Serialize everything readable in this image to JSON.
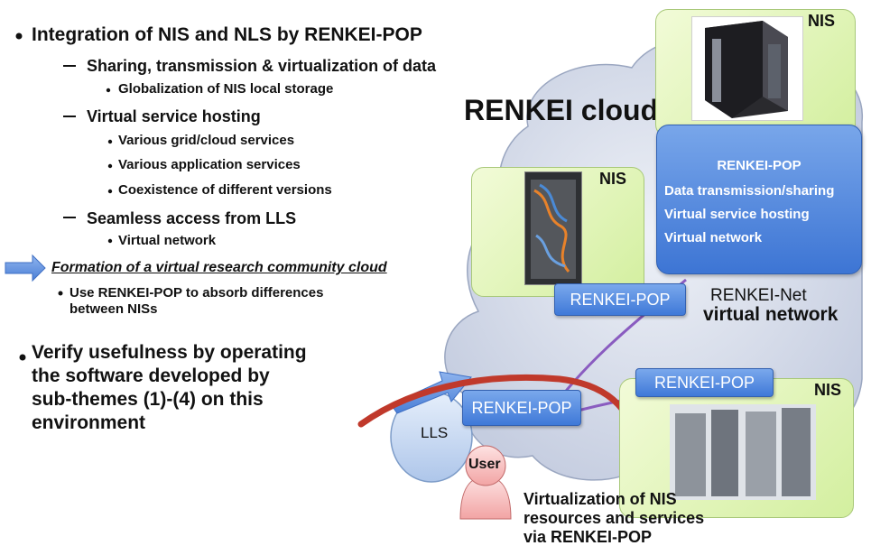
{
  "left": {
    "bullet1": "Integration of NIS and NLS by RENKEI-POP",
    "sub1": "Sharing, transmission & virtualization of data",
    "sub1_items": [
      "Globalization of NIS local storage"
    ],
    "sub2": "Virtual service hosting",
    "sub2_items": [
      "Various grid/cloud services",
      "Various application services",
      "Coexistence of different versions"
    ],
    "sub3": "Seamless access from LLS",
    "sub3_items": [
      "Virtual network"
    ],
    "formation": "Formation of a virtual research community cloud",
    "formation_items": [
      "Use RENKEI-POP to absorb differences",
      "between NISs"
    ],
    "bullet2_lines": [
      "Verify usefulness by operating",
      "the software developed by",
      "sub-themes (1)-(4) on this",
      "environment"
    ]
  },
  "diagram": {
    "cloud_title": "RENKEI cloud",
    "nis_label": "NIS",
    "pop_label": "RENKEI-POP",
    "popbox": {
      "title": "RENKEI-POP",
      "items": [
        "Data transmission/sharing",
        "Virtual service hosting",
        "Virtual network"
      ]
    },
    "renkei_net": "RENKEI-Net",
    "virtual_network": "virtual network",
    "lls": "LLS",
    "user": "User",
    "caption_lines": [
      "Virtualization of NIS",
      "resources and services",
      "via RENKEI-POP"
    ]
  },
  "colors": {
    "nis_box": "#d3ef9f",
    "pop_blue": "#3f79d8",
    "cloud_fill": "#cfd6e6",
    "red_arrow": "#c0392b",
    "purple_line": "#8a5cc0"
  }
}
